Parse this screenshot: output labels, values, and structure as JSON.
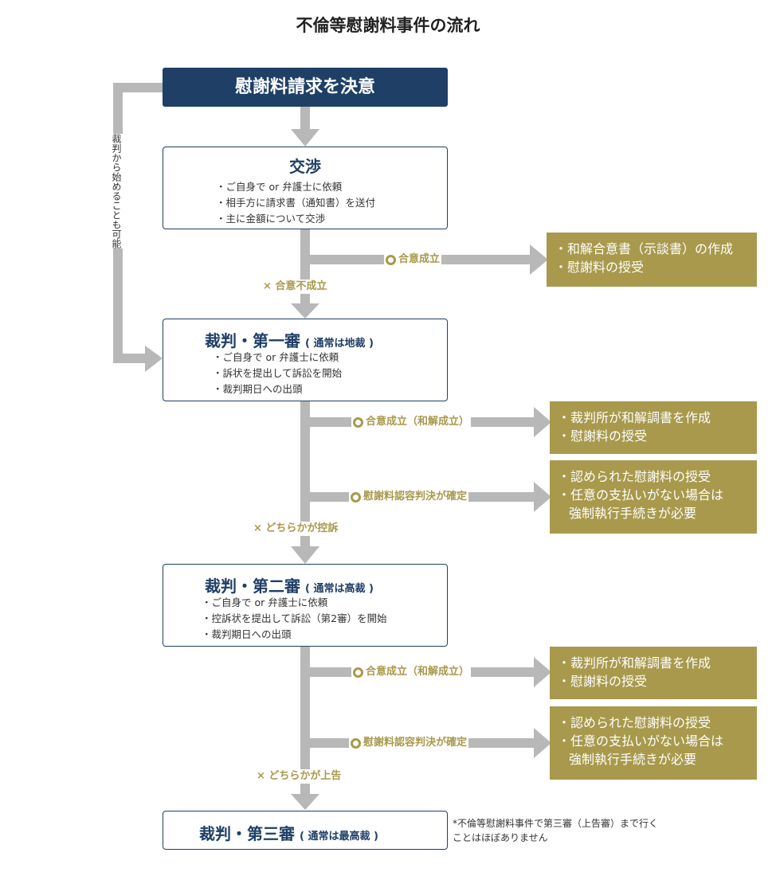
{
  "title": "不倫等慰謝料事件の流れ",
  "start": {
    "label": "慰謝料請求を決意"
  },
  "side_note": "裁判から始めることも可能",
  "negotiation": {
    "title": "交渉",
    "bullets": [
      "ご自身で or 弁護士に依頼",
      "相手方に請求書（通知書）を送付",
      "主に金額について交渉"
    ],
    "success_label": "合意成立",
    "fail_label": "× 合意不成立",
    "result": [
      "和解合意書（示談書）の作成",
      "慰謝料の授受"
    ]
  },
  "first_trial": {
    "title": "裁判・第一審",
    "subtitle": "( 通常は地裁 )",
    "bullets": [
      "ご自身で or 弁護士に依頼",
      "訴状を提出して訴訟を開始",
      "裁判期日への出頭"
    ],
    "settle_label": "合意成立（和解成立）",
    "settle_result": [
      "裁判所が和解調書を作成",
      "慰謝料の授受"
    ],
    "judgment_label": "慰謝料認容判決が確定",
    "judgment_result": [
      "認められた慰謝料の授受",
      "任意の支払いがない場合は"
    ],
    "judgment_result_cont": "強制執行手続きが必要",
    "appeal_label": "× どちらかが控訴"
  },
  "second_trial": {
    "title": "裁判・第二審",
    "subtitle": "( 通常は高裁 )",
    "bullets": [
      "ご自身で or 弁護士に依頼",
      "控訴状を提出して訴訟（第2審）を開始",
      "裁判期日への出頭"
    ],
    "settle_label": "合意成立（和解成立）",
    "settle_result": [
      "裁判所が和解調書を作成",
      "慰謝料の授受"
    ],
    "judgment_label": "慰謝料認容判決が確定",
    "judgment_result": [
      "認められた慰謝料の授受",
      "任意の支払いがない場合は"
    ],
    "judgment_result_cont": "強制執行手続きが必要",
    "appeal_label": "× どちらかが上告"
  },
  "third_trial": {
    "title": "裁判・第三審",
    "subtitle": "( 通常は最高裁 )",
    "note": [
      "*不倫等慰謝料事件で第三審（上告審）まで行く",
      "ことはほぼありません"
    ]
  },
  "colors": {
    "navy": "#1f3f66",
    "gold": "#a8994c",
    "arrow_gray": "#b8b8b8"
  }
}
